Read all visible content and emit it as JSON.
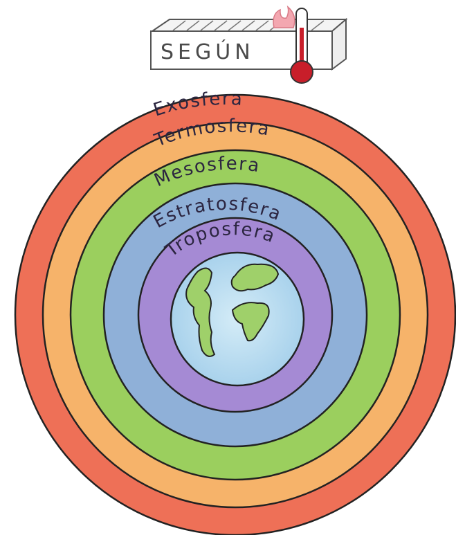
{
  "sign": {
    "label": "SEGÚN",
    "icon": "thermometer-icon"
  },
  "layers": [
    {
      "id": "exosfera",
      "label": "Exosfera",
      "color": "#ee7057"
    },
    {
      "id": "termosfera",
      "label": "Termosfera",
      "color": "#f6b36a"
    },
    {
      "id": "mesosfera",
      "label": "Mesosfera",
      "color": "#9bcf5e"
    },
    {
      "id": "estratosfera",
      "label": "Estratosfera",
      "color": "#8fb0d8"
    },
    {
      "id": "troposfera",
      "label": "Troposfera",
      "color": "#a58ad4"
    }
  ],
  "earth": {
    "ocean_color": "#b9dcef",
    "land_color": "#9fd06a"
  }
}
